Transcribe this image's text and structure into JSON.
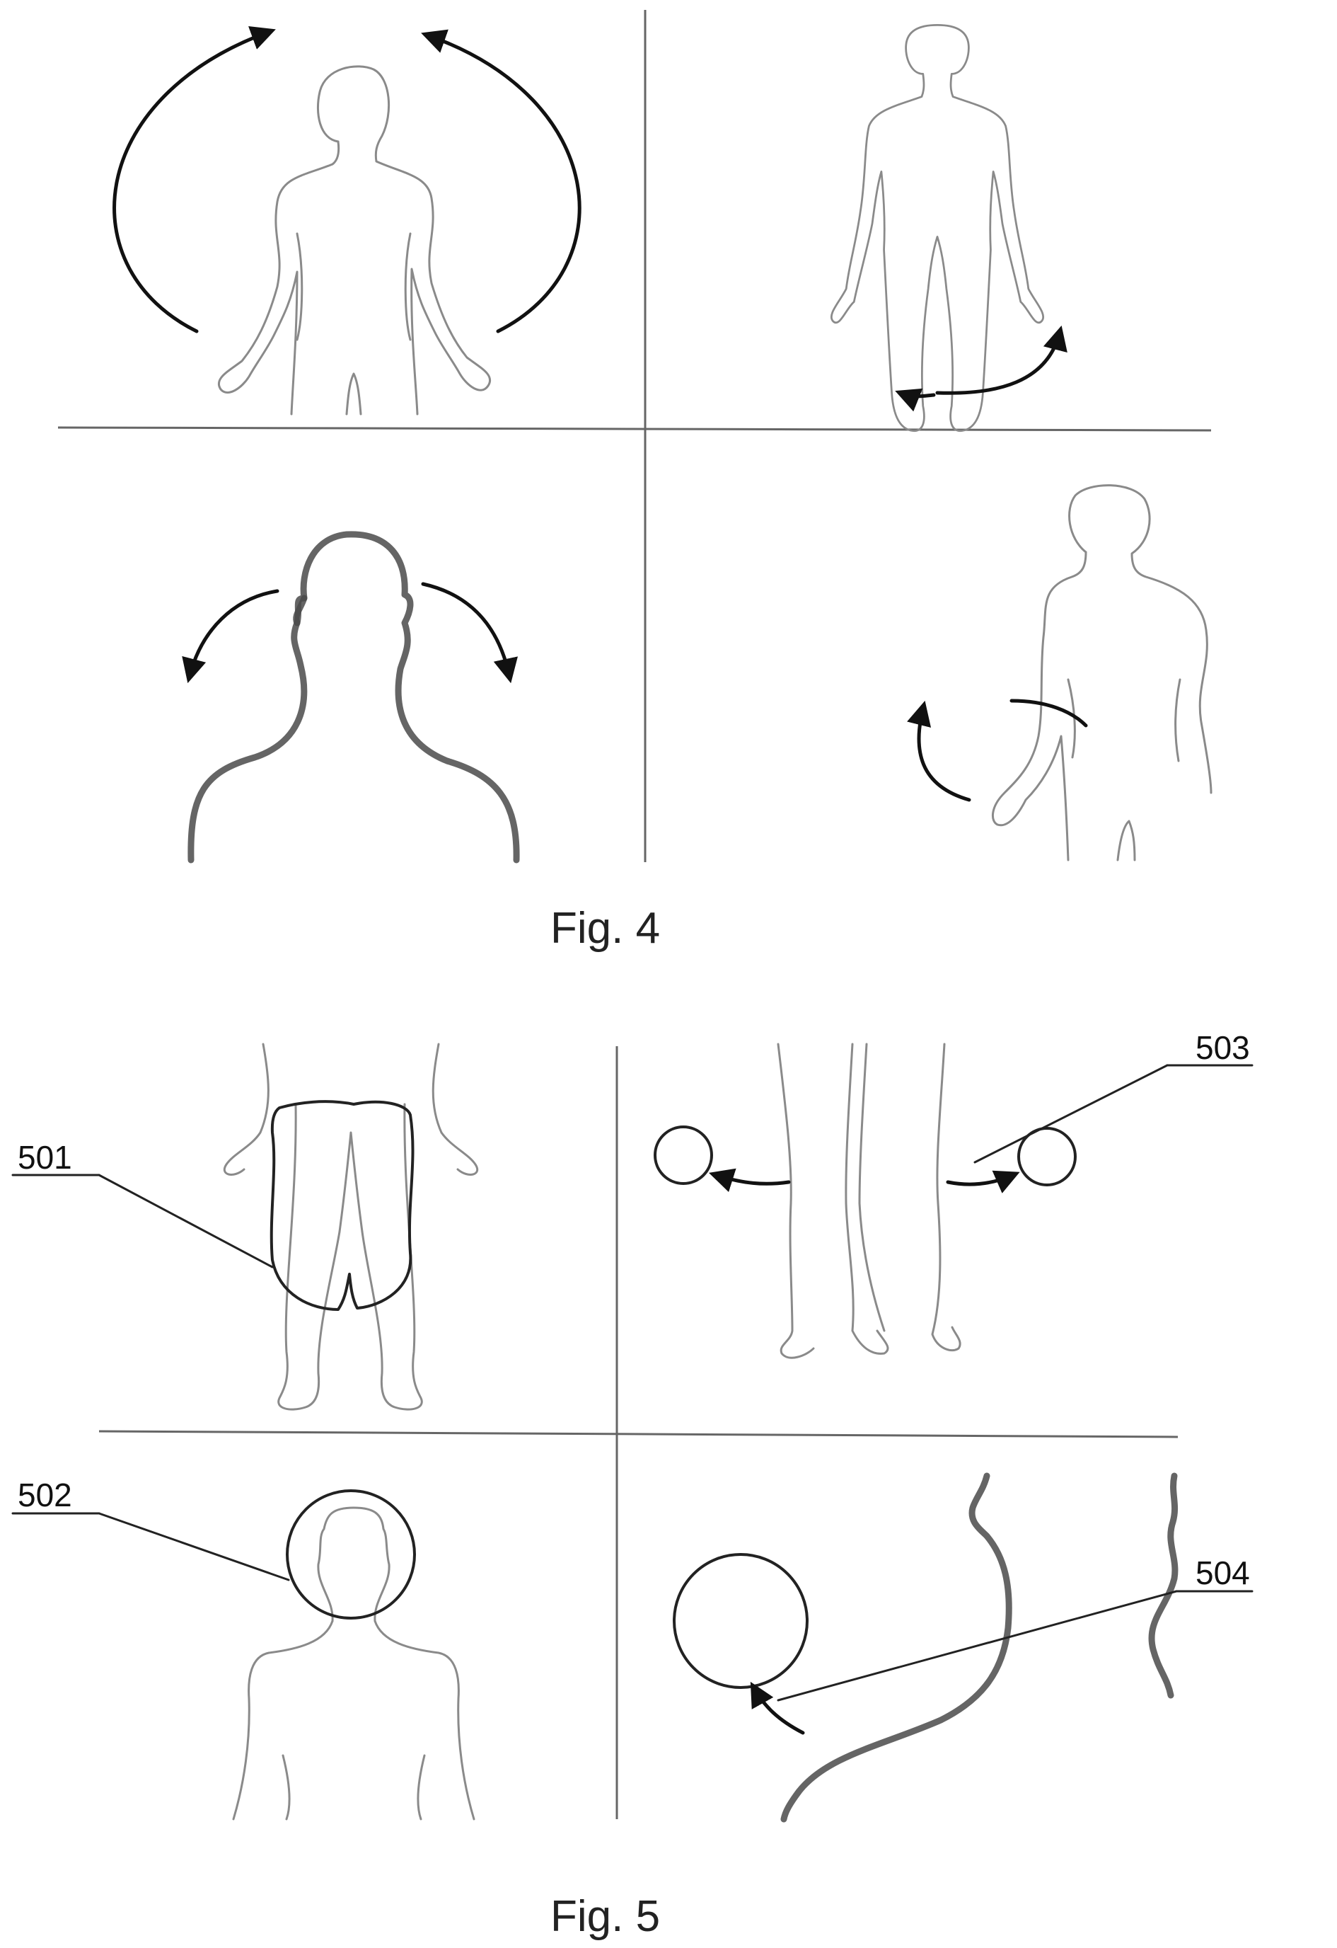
{
  "figures": [
    {
      "caption": "Fig. 4"
    },
    {
      "caption": "Fig. 5"
    }
  ],
  "labels": {
    "l501": "501",
    "l502": "502",
    "l503": "503",
    "l504": "504"
  }
}
